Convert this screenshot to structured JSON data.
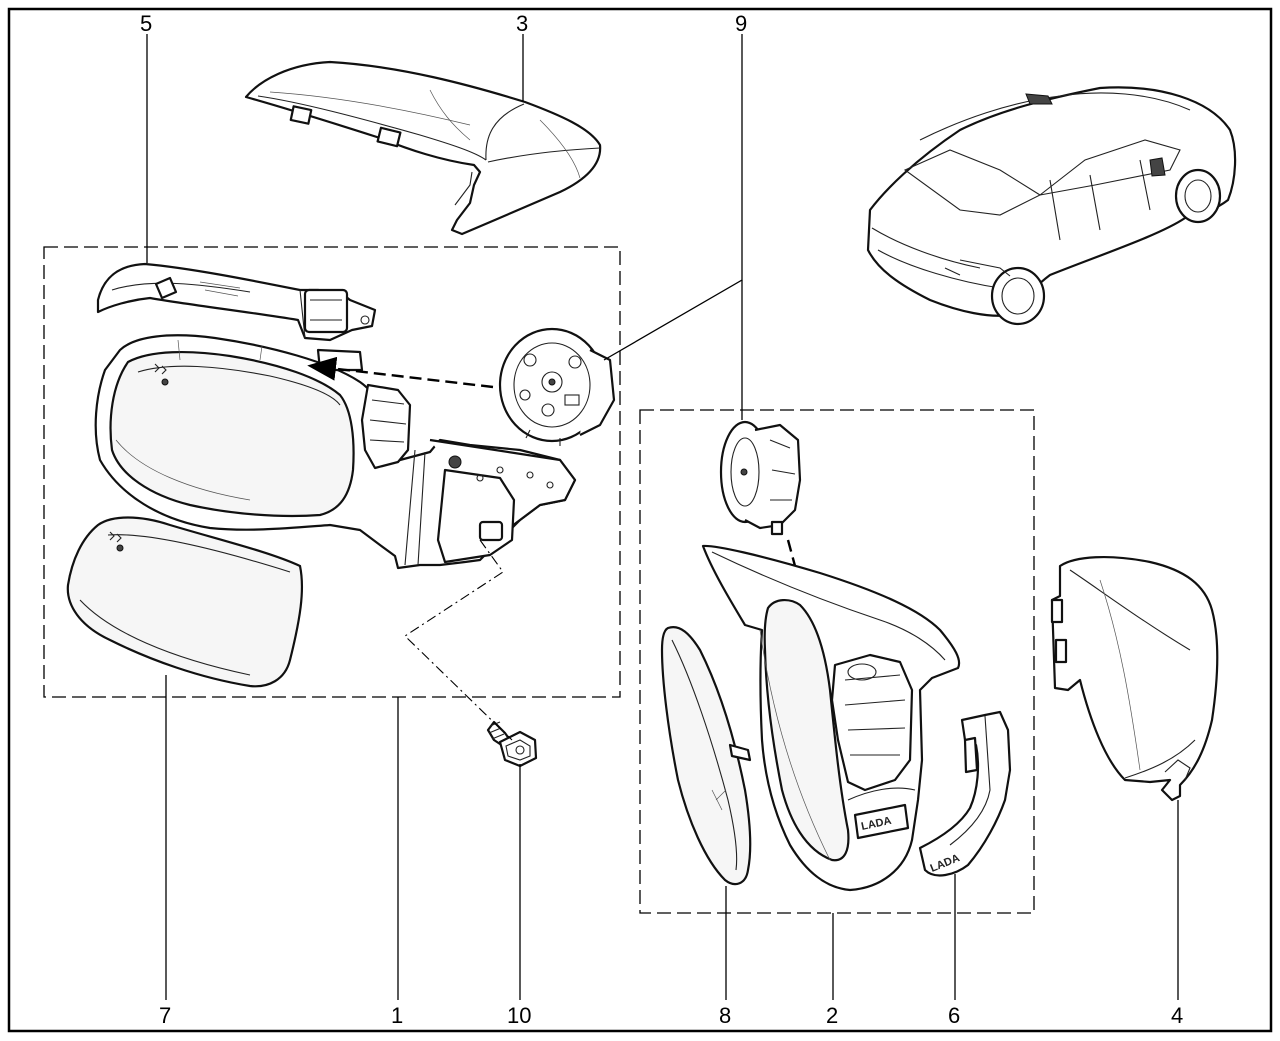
{
  "callouts": {
    "c1": "1",
    "c2": "2",
    "c3": "3",
    "c4": "4",
    "c5": "5",
    "c6": "6",
    "c7": "7",
    "c8": "8",
    "c9": "9",
    "c10": "10"
  },
  "brand": {
    "housing_logo": "LADA",
    "repeater_logo": "LADA"
  }
}
